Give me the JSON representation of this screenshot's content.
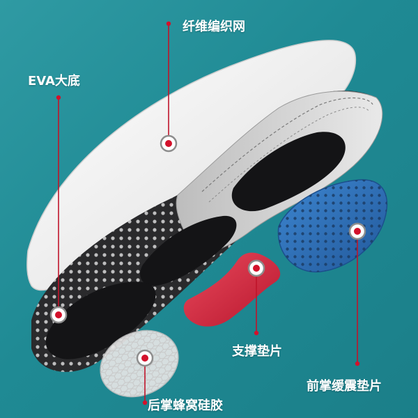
{
  "labels": {
    "mesh": "纤维编织网",
    "eva": "EVA大底",
    "arch_support": "支撑垫片",
    "forefoot_pad": "前掌缓震垫片",
    "heel_gel": "后掌蜂窝硅胶"
  },
  "colors": {
    "background": "#1f8a94",
    "marker": "#d3112b",
    "leader": "#c0142a",
    "forefoot_pad": "#2e6fb8",
    "arch_pad": "#d8334a",
    "eva_base": "#f1f1f1",
    "mesh_layer": "#2a2a2c"
  },
  "icons": {
    "marker": "target-ring-icon"
  }
}
